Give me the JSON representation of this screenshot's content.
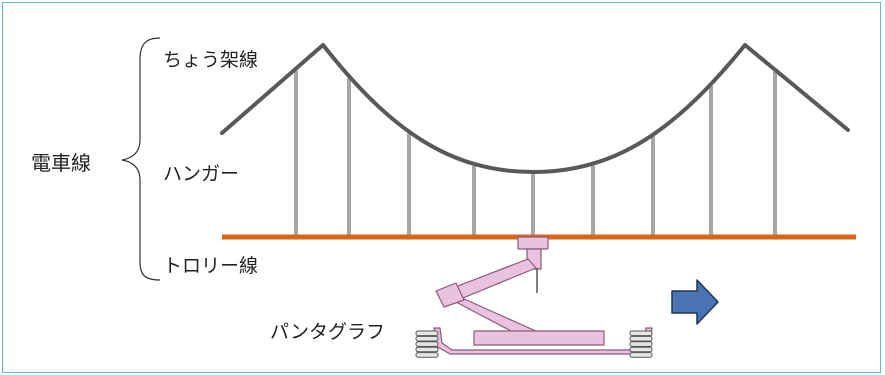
{
  "labels": {
    "main": "電車線",
    "messenger_wire": "ちょう架線",
    "hanger": "ハンガー",
    "trolley_wire": "トロリー線",
    "pantograph": "パンタグラフ"
  },
  "colors": {
    "frame": "#5fb6d6",
    "messenger_wire": "#595959",
    "hanger": "#a6a6a6",
    "trolley_wire": "#d9651b",
    "pantograph_fill": "#e9c3dd",
    "pantograph_stroke": "#8a5a7a",
    "arrow_fill": "#4a73b3",
    "arrow_stroke": "#1f3558",
    "spring_fill": "#e6e6e6"
  },
  "icons": {
    "direction": "right-arrow-icon",
    "pantograph": "pantograph-icon"
  }
}
